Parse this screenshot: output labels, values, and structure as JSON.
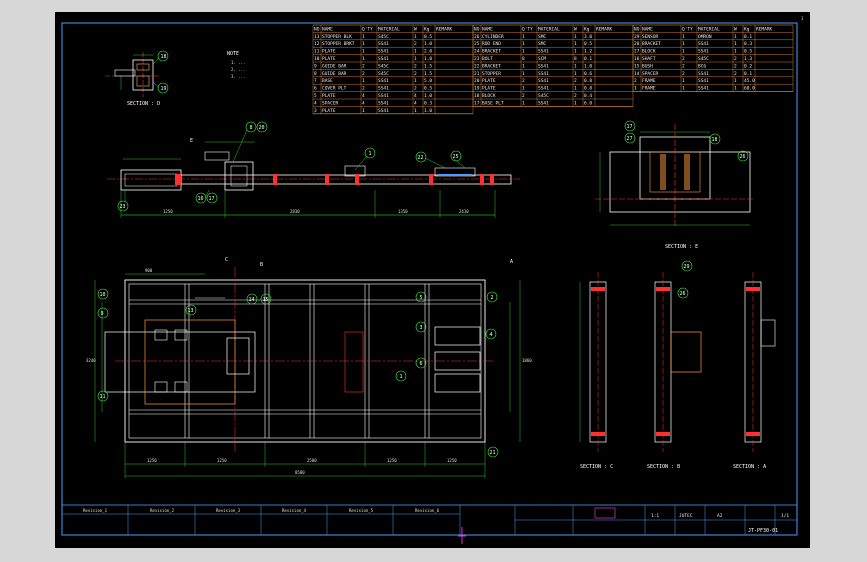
{
  "drawing": {
    "sheet_number": "1",
    "drawing_number": "JT-PF30-01",
    "notes_title": "NOTE",
    "notes": [
      "1. ...",
      "2. ...",
      "3. ..."
    ],
    "revisions": [
      "Revision_1",
      "Revision_2",
      "Revision_3",
      "Revision_4",
      "Revision_5",
      "Revision_6"
    ],
    "title_block": {
      "company": "JUTEC",
      "scale": "1:1",
      "size": "A2",
      "sheet": "1/1"
    }
  },
  "dimensions": {
    "top_view": [
      "1250",
      "2830",
      "1350",
      "2410"
    ],
    "plan_view": [
      "1250",
      "1250",
      "2580",
      "1250",
      "1250"
    ],
    "plan_total": "8580",
    "plan_left": "3240",
    "plan_right": "1860",
    "plan_top": "900"
  },
  "balloons": {
    "section_d": [
      "18",
      "19"
    ],
    "side_view": [
      "1",
      "8",
      "20",
      "16",
      "17",
      "22",
      "23",
      "25"
    ],
    "plan_view": [
      "1",
      "2",
      "3",
      "4",
      "5",
      "6",
      "9",
      "10",
      "11",
      "13",
      "14",
      "15",
      "21"
    ],
    "section_e": [
      "17",
      "27",
      "18",
      "26"
    ],
    "section_b": [
      "29",
      "26"
    ]
  },
  "sections": {
    "section_d": "SECTION : D",
    "section_e": "SECTION : E",
    "section_c": "SECTION : C",
    "section_b": "SECTION : B",
    "section_a": "SECTION : A",
    "arrow_a": "A",
    "arrow_b": "B",
    "arrow_c": "C",
    "arrow_e": "E"
  },
  "bom": {
    "header": [
      "NO",
      "NAME",
      "Q'TY",
      "MATERIAL",
      "W",
      "Kg",
      "REMARK"
    ],
    "columns": [
      [
        [
          "13",
          "STOPPER BLK",
          "1",
          "S45C",
          "1",
          "0.5"
        ],
        [
          "12",
          "STOPPER BRKT",
          "1",
          "SS41",
          "2",
          "1.0"
        ],
        [
          "11",
          "PLATE",
          "1",
          "SS41",
          "1",
          "2.0"
        ],
        [
          "10",
          "PLATE",
          "1",
          "SS41",
          "1",
          "1.0"
        ],
        [
          "9",
          "GUIDE BAR",
          "2",
          "S45C",
          "2",
          "1.5"
        ],
        [
          "8",
          "GUIDE BAR",
          "2",
          "S45C",
          "2",
          "1.5"
        ],
        [
          "7",
          "BASE",
          "1",
          "SS41",
          "1",
          "5.0"
        ],
        [
          "6",
          "COVER PLT",
          "2",
          "SS41",
          "2",
          "0.5"
        ],
        [
          "5",
          "PLATE",
          "4",
          "SS41",
          "4",
          "1.0"
        ],
        [
          "4",
          "SPACER",
          "4",
          "SS41",
          "4",
          "0.3"
        ],
        [
          "3",
          "PLATE",
          "1",
          "SS41",
          "1",
          "1.0"
        ]
      ],
      [
        [
          "26",
          "CYLINDER",
          "1",
          "SMC",
          "1",
          "3.0"
        ],
        [
          "25",
          "ROD END",
          "1",
          "SMC",
          "1",
          "0.5"
        ],
        [
          "24",
          "BRACKET",
          "1",
          "SS41",
          "1",
          "1.2"
        ],
        [
          "23",
          "BOLT",
          "8",
          "SCM",
          "8",
          "0.1"
        ],
        [
          "22",
          "BRACKET",
          "1",
          "SS41",
          "1",
          "1.0"
        ],
        [
          "21",
          "STOPPER",
          "1",
          "SS41",
          "1",
          "0.6"
        ],
        [
          "20",
          "PLATE",
          "2",
          "SS41",
          "2",
          "0.8"
        ],
        [
          "19",
          "PLATE",
          "1",
          "SS41",
          "1",
          "0.8"
        ],
        [
          "18",
          "BLOCK",
          "2",
          "S45C",
          "2",
          "0.4"
        ],
        [
          "17",
          "BASE PLT",
          "1",
          "SS41",
          "1",
          "6.0"
        ]
      ],
      [
        [
          "29",
          "SENSOR",
          "1",
          "OMRON",
          "1",
          "0.1"
        ],
        [
          "28",
          "BRACKET",
          "1",
          "SS41",
          "1",
          "0.3"
        ],
        [
          "27",
          "BLOCK",
          "1",
          "SS41",
          "1",
          "0.5"
        ],
        [
          "16",
          "SHAFT",
          "2",
          "S45C",
          "2",
          "1.3"
        ],
        [
          "15",
          "BUSH",
          "2",
          "BC6",
          "2",
          "0.2"
        ],
        [
          "14",
          "SPACER",
          "2",
          "SS41",
          "2",
          "0.1"
        ],
        [
          "2",
          "FRAME",
          "1",
          "SS41",
          "1",
          "45.0"
        ],
        [
          "1",
          "FRAME",
          "1",
          "SS41",
          "1",
          "60.0"
        ]
      ]
    ]
  },
  "colors": {
    "background": "#000000",
    "frame": "#4d9cff",
    "object": "#ffffff",
    "center": "#ff3030",
    "dimension": "#33ff33",
    "leader": "#33ff33",
    "table_grid": "#ff9a3c",
    "hidden": "#ff3030",
    "symbol": "#ff40ff"
  },
  "icons": {
    "cursor": "crosshair-icon"
  }
}
